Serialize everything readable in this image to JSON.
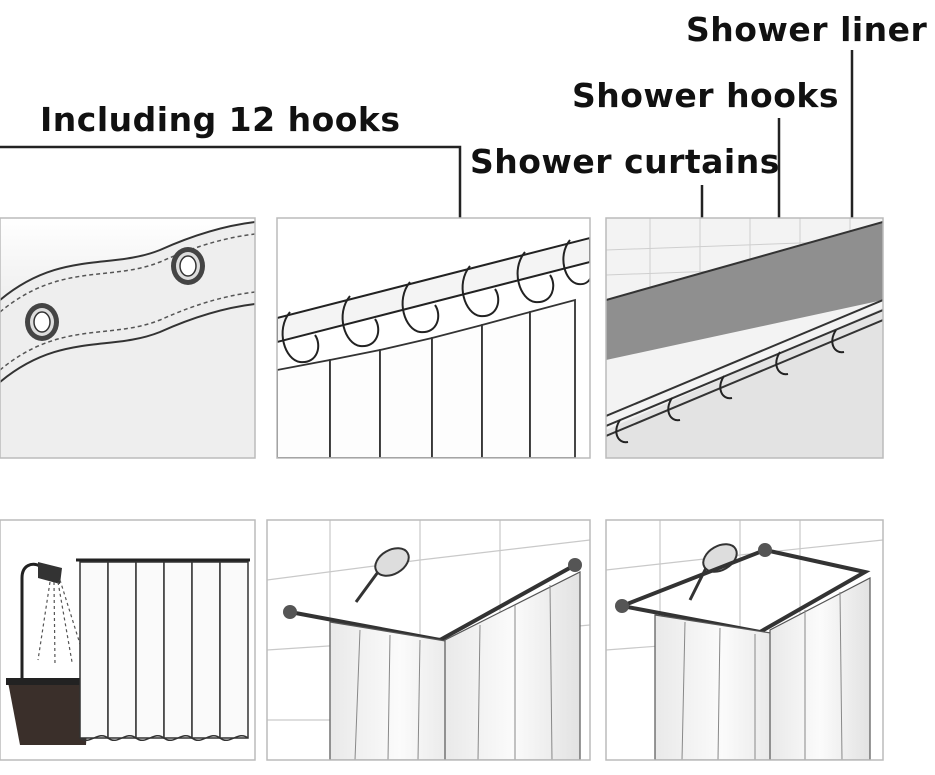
{
  "callouts": {
    "liner": "Shower liner",
    "hooks": "Shower hooks",
    "included": "Including 12 hooks",
    "curtains": "Shower curtains"
  },
  "panels": [
    {
      "id": "grommet-closeup"
    },
    {
      "id": "hooks-on-rod"
    },
    {
      "id": "layered-rod-view"
    },
    {
      "id": "bathtub-side-view"
    },
    {
      "id": "corner-rod-install"
    },
    {
      "id": "corner-rod-install-alt"
    }
  ]
}
